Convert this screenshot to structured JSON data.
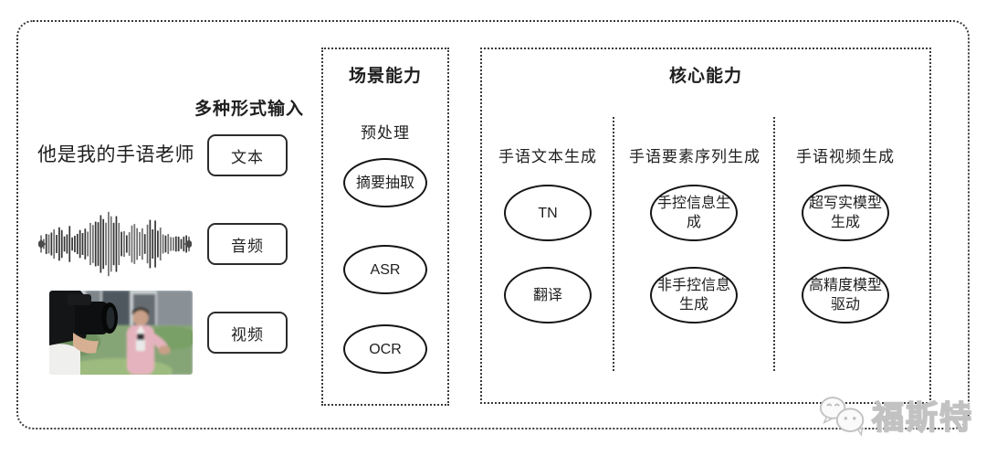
{
  "figure": {
    "input_section": {
      "heading": "多种形式输入",
      "sample_sentence": "他是我的手语老师",
      "input_types": [
        {
          "label": "文本"
        },
        {
          "label": "音频"
        },
        {
          "label": "视频"
        }
      ],
      "media": {
        "audio_icon": "audio-waveform-icon",
        "video_icon": "reporter-filming-photo"
      }
    },
    "scene_box": {
      "title": "场景能力",
      "group_label": "预处理",
      "nodes": [
        {
          "label": "摘要抽取"
        },
        {
          "label": "ASR"
        },
        {
          "label": "OCR"
        }
      ]
    },
    "core_box": {
      "title": "核心能力",
      "columns": [
        {
          "title": "手语文本生成",
          "nodes": [
            {
              "label": "TN"
            },
            {
              "label": "翻译"
            }
          ]
        },
        {
          "title": "手语要素序列生成",
          "nodes": [
            {
              "label": "手控信息生成"
            },
            {
              "label": "非手控信息生成"
            }
          ]
        },
        {
          "title": "手语视频生成",
          "nodes": [
            {
              "label": "超写实模型生成"
            },
            {
              "label": "高精度模型驱动"
            }
          ]
        }
      ]
    },
    "watermark": {
      "text": "福斯特",
      "icon": "wechat-bubbles-icon",
      "color": "#c9c9c9"
    },
    "colors": {
      "ink": "#1f1f1f",
      "border": "#3a3a3a",
      "background": "#ffffff"
    }
  }
}
